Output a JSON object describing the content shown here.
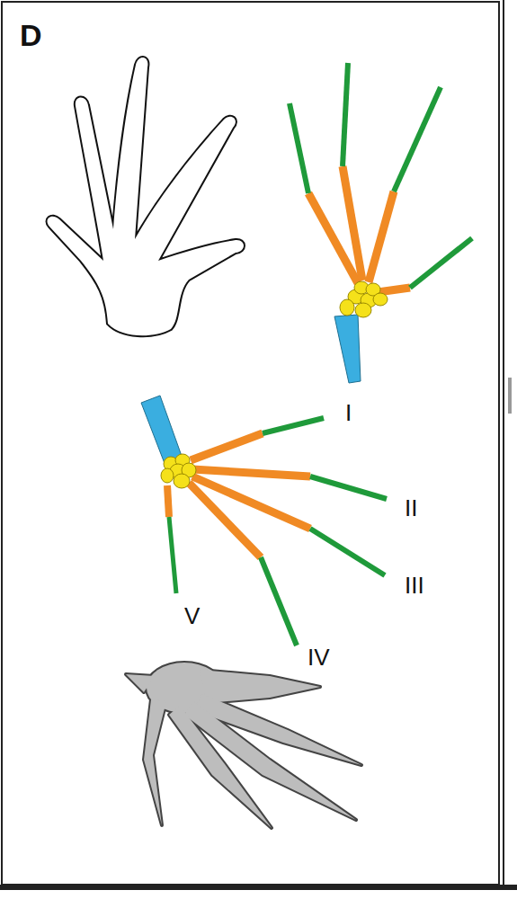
{
  "diagram": {
    "labels": [
      "D",
      "I",
      "II",
      "III",
      "IV",
      "V"
    ]
  }
}
